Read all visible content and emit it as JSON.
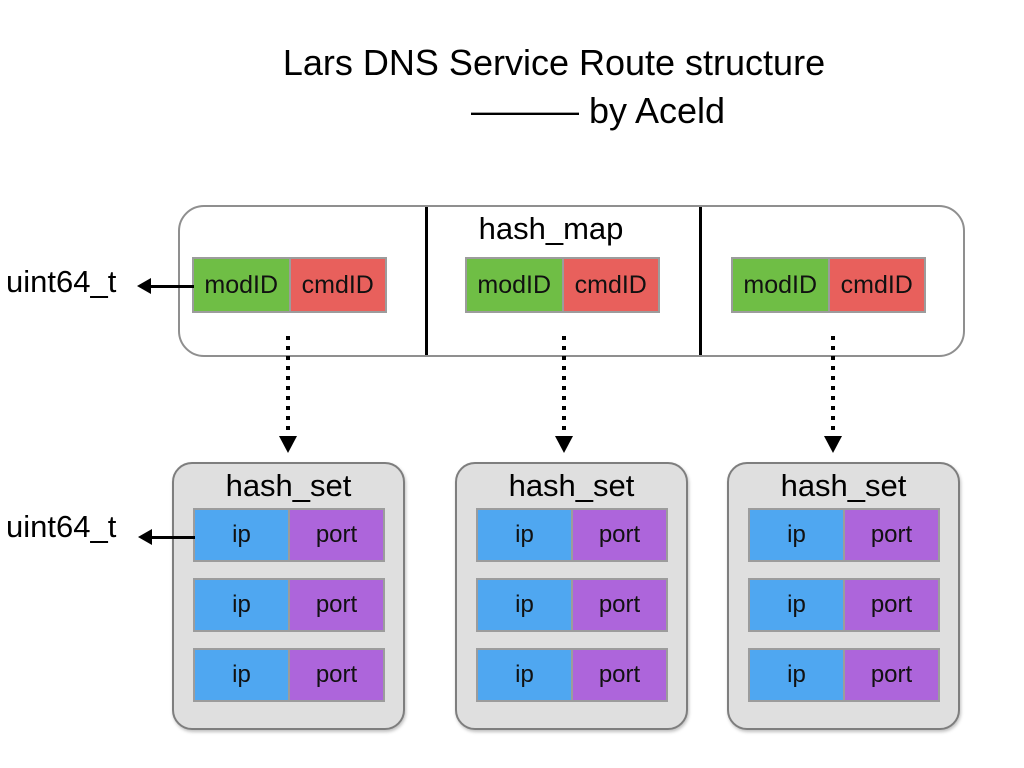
{
  "title": {
    "line1": "Lars DNS Service Route structure",
    "line2": "——— by Aceld"
  },
  "labels": {
    "uint64_top": "uint64_t",
    "uint64_bottom": "uint64_t"
  },
  "hash_map": {
    "label": "hash_map",
    "pairs": [
      {
        "left": "modID",
        "right": "cmdID"
      },
      {
        "left": "modID",
        "right": "cmdID"
      },
      {
        "left": "modID",
        "right": "cmdID"
      }
    ]
  },
  "hash_sets": [
    {
      "label": "hash_set",
      "rows": [
        {
          "left": "ip",
          "right": "port"
        },
        {
          "left": "ip",
          "right": "port"
        },
        {
          "left": "ip",
          "right": "port"
        }
      ]
    },
    {
      "label": "hash_set",
      "rows": [
        {
          "left": "ip",
          "right": "port"
        },
        {
          "left": "ip",
          "right": "port"
        },
        {
          "left": "ip",
          "right": "port"
        }
      ]
    },
    {
      "label": "hash_set",
      "rows": [
        {
          "left": "ip",
          "right": "port"
        },
        {
          "left": "ip",
          "right": "port"
        },
        {
          "left": "ip",
          "right": "port"
        }
      ]
    }
  ],
  "colors": {
    "modid_green": "#6FBE45",
    "cmdid_red": "#E8605C",
    "ip_blue": "#4FA7F1",
    "port_purple": "#AD65DB",
    "hashset_fill": "#DFDFDF",
    "box_border_gray": "#8f8f8f",
    "cell_border_gray": "#9c9c9c"
  }
}
